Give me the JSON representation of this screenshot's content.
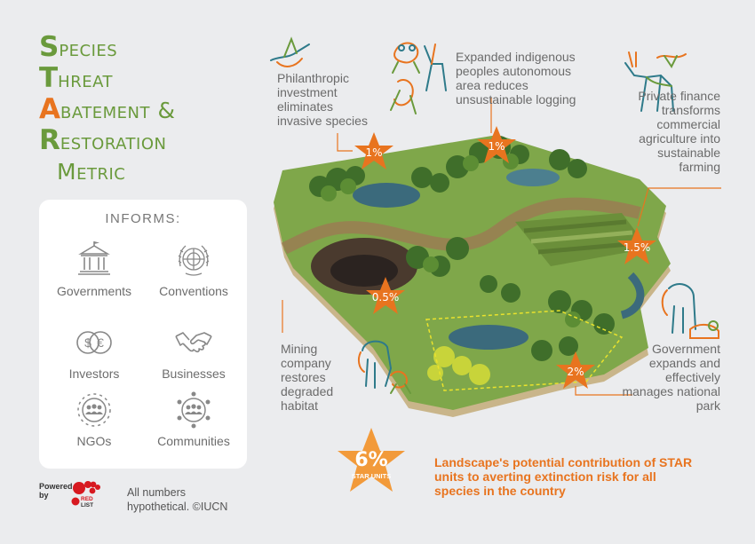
{
  "title": {
    "lines": [
      {
        "initial": "S",
        "rest": "pecies"
      },
      {
        "initial": "T",
        "rest": "hreat"
      },
      {
        "initial": "A",
        "rest": "batement &"
      },
      {
        "initial": "R",
        "rest": "estoration"
      }
    ],
    "last": "Metric",
    "initial_colors": [
      "#6a9a3c",
      "#6a9a3c",
      "#e8741f",
      "#6a9a3c"
    ]
  },
  "informs": {
    "heading": "INFORMS:",
    "items": [
      {
        "label": "Governments",
        "icon": "government-building-icon"
      },
      {
        "label": "Conventions",
        "icon": "un-emblem-icon"
      },
      {
        "label": "Investors",
        "icon": "currency-coins-icon"
      },
      {
        "label": "Businesses",
        "icon": "handshake-icon"
      },
      {
        "label": "NGOs",
        "icon": "ngo-group-icon"
      },
      {
        "label": "Communities",
        "icon": "community-group-icon"
      }
    ]
  },
  "footer": {
    "powered_by": "Powered by",
    "logo_text": "RED LIST",
    "disclaimer": "All numbers hypothetical. ©IUCN"
  },
  "annotations": [
    {
      "text": "Philanthropic investment eliminates invasive species",
      "value": "1%"
    },
    {
      "text": "Expanded indigenous peoples autonomous area reduces unsustainable logging",
      "value": "1%"
    },
    {
      "text": "Private finance transforms commercial agriculture into sustainable farming",
      "value": "1.5%"
    },
    {
      "text": "Mining company restores degraded habitat",
      "value": "0.5%"
    },
    {
      "text": "Government expands and effectively manages national park",
      "value": "2%"
    }
  ],
  "total": {
    "value": "6%",
    "unit": "STAR UNITS",
    "text": "Landscape's potential contribution of STAR units to averting extinction risk for all species in the country"
  },
  "colors": {
    "green": "#6a9a3c",
    "orange": "#e8741f",
    "text_gray": "#6b6b6b",
    "background": "#ebecee"
  }
}
